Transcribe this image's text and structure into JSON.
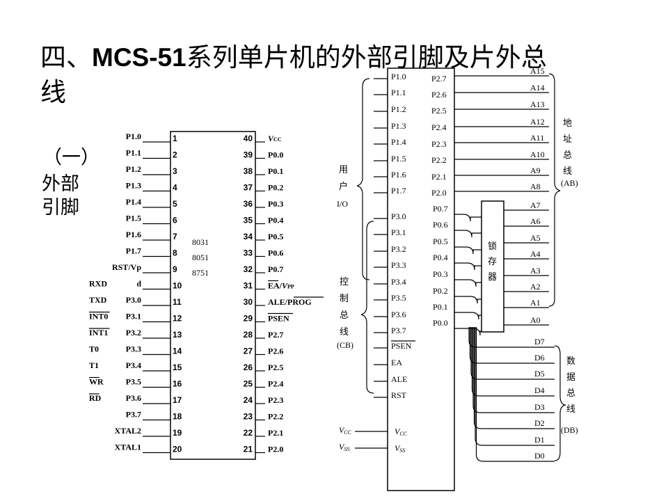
{
  "title": {
    "line1_a": "四、",
    "line1_b": "MCS-51",
    "line1_c": "系列单片机的外部引脚及片外总",
    "line2": "线"
  },
  "subtitle": "（一）",
  "section_label": "外部引脚",
  "dip": {
    "left_pins": [
      {
        "num": "1",
        "label": "P1.0"
      },
      {
        "num": "2",
        "label": "P1.1"
      },
      {
        "num": "3",
        "label": "P1.2"
      },
      {
        "num": "4",
        "label": "P1.3"
      },
      {
        "num": "5",
        "label": "P1.4"
      },
      {
        "num": "6",
        "label": "P1.5"
      },
      {
        "num": "7",
        "label": "P1.6"
      },
      {
        "num": "8",
        "label": "P1.7"
      },
      {
        "num": "9",
        "label": "RST/Vp"
      },
      {
        "num": "10",
        "label": "d"
      },
      {
        "num": "11",
        "label": "P3.0"
      },
      {
        "num": "12",
        "label": "P3.1"
      },
      {
        "num": "13",
        "label": "P3.2"
      },
      {
        "num": "14",
        "label": "P3.3"
      },
      {
        "num": "15",
        "label": "P3.4"
      },
      {
        "num": "16",
        "label": "P3.5"
      },
      {
        "num": "17",
        "label": "P3.6"
      },
      {
        "num": "18",
        "label": "P3.7"
      },
      {
        "num": "19",
        "label": "XTAL2"
      },
      {
        "num": "20",
        "label": "XTAL1"
      }
    ],
    "alt_functions": [
      {
        "row": 10,
        "label": "RXD",
        "overline": false
      },
      {
        "row": 11,
        "label": "TXD",
        "overline": false
      },
      {
        "row": 12,
        "label": "INT0",
        "overline": true
      },
      {
        "row": 13,
        "label": "INT1",
        "overline": true
      },
      {
        "row": 14,
        "label": "T0",
        "overline": false
      },
      {
        "row": 15,
        "label": "T1",
        "overline": false
      },
      {
        "row": 16,
        "label": "WR",
        "overline": true
      },
      {
        "row": 17,
        "label": "RD",
        "overline": true
      }
    ],
    "right_pins": [
      {
        "num": "40",
        "label": "VCC"
      },
      {
        "num": "39",
        "label": "P0.0"
      },
      {
        "num": "38",
        "label": "P0.1"
      },
      {
        "num": "37",
        "label": "P0.2"
      },
      {
        "num": "36",
        "label": "P0.3"
      },
      {
        "num": "35",
        "label": "P0.4"
      },
      {
        "num": "34",
        "label": "P0.5"
      },
      {
        "num": "33",
        "label": "P0.6"
      },
      {
        "num": "32",
        "label": "P0.7"
      },
      {
        "num": "31",
        "label": "EA/VPP"
      },
      {
        "num": "30",
        "label": "ALE/PROG"
      },
      {
        "num": "29",
        "label": "PSEN"
      },
      {
        "num": "28",
        "label": "P2.7"
      },
      {
        "num": "27",
        "label": "P2.6"
      },
      {
        "num": "26",
        "label": "P2.5"
      },
      {
        "num": "25",
        "label": "P2.4"
      },
      {
        "num": "24",
        "label": "P2.3"
      },
      {
        "num": "23",
        "label": "P2.2"
      },
      {
        "num": "22",
        "label": "P2.1"
      },
      {
        "num": "21",
        "label": "P2.0"
      }
    ],
    "chip_models": [
      "8031",
      "8051",
      "8751"
    ]
  },
  "bus": {
    "chip_left_pins": [
      "P1.0",
      "P1.1",
      "P1.2",
      "P1.3",
      "P1.4",
      "P1.5",
      "P1.6",
      "P1.7",
      "P3.0",
      "P3.1",
      "P3.2",
      "P3.3",
      "P3.4",
      "P3.5",
      "P3.6",
      "P3.7",
      "PSEN",
      "EA",
      "ALE",
      "RST"
    ],
    "chip_right_p2": [
      "P2.7",
      "P2.6",
      "P2.5",
      "P2.4",
      "P2.3",
      "P2.2",
      "P2.1",
      "P2.0"
    ],
    "chip_right_p0": [
      "P0.7",
      "P0.6",
      "P0.5",
      "P0.4",
      "P0.3",
      "P0.2",
      "P0.1",
      "P0.0"
    ],
    "addr_high": [
      "A15",
      "A14",
      "A13",
      "A12",
      "A11",
      "A10",
      "A9",
      "A8"
    ],
    "addr_low": [
      "A7",
      "A6",
      "A5",
      "A4",
      "A3",
      "A2",
      "A1",
      "A0"
    ],
    "data": [
      "D7",
      "D6",
      "D5",
      "D4",
      "D3",
      "D2",
      "D1",
      "D0"
    ],
    "latch_label": [
      "锁",
      "存",
      "器"
    ],
    "addr_bus_label": [
      "地",
      "址",
      "总",
      "线"
    ],
    "addr_bus_abbr": "(AB)",
    "data_bus_label": [
      "数",
      "据",
      "总",
      "线"
    ],
    "data_bus_abbr": "(DB)",
    "user_io_label": [
      "用",
      "户"
    ],
    "user_io_abbr": "I/O",
    "ctrl_bus_label": [
      "控",
      "制",
      "总",
      "线"
    ],
    "ctrl_bus_abbr": "(CB)",
    "vcc": "VCC",
    "vss": "VSS"
  }
}
